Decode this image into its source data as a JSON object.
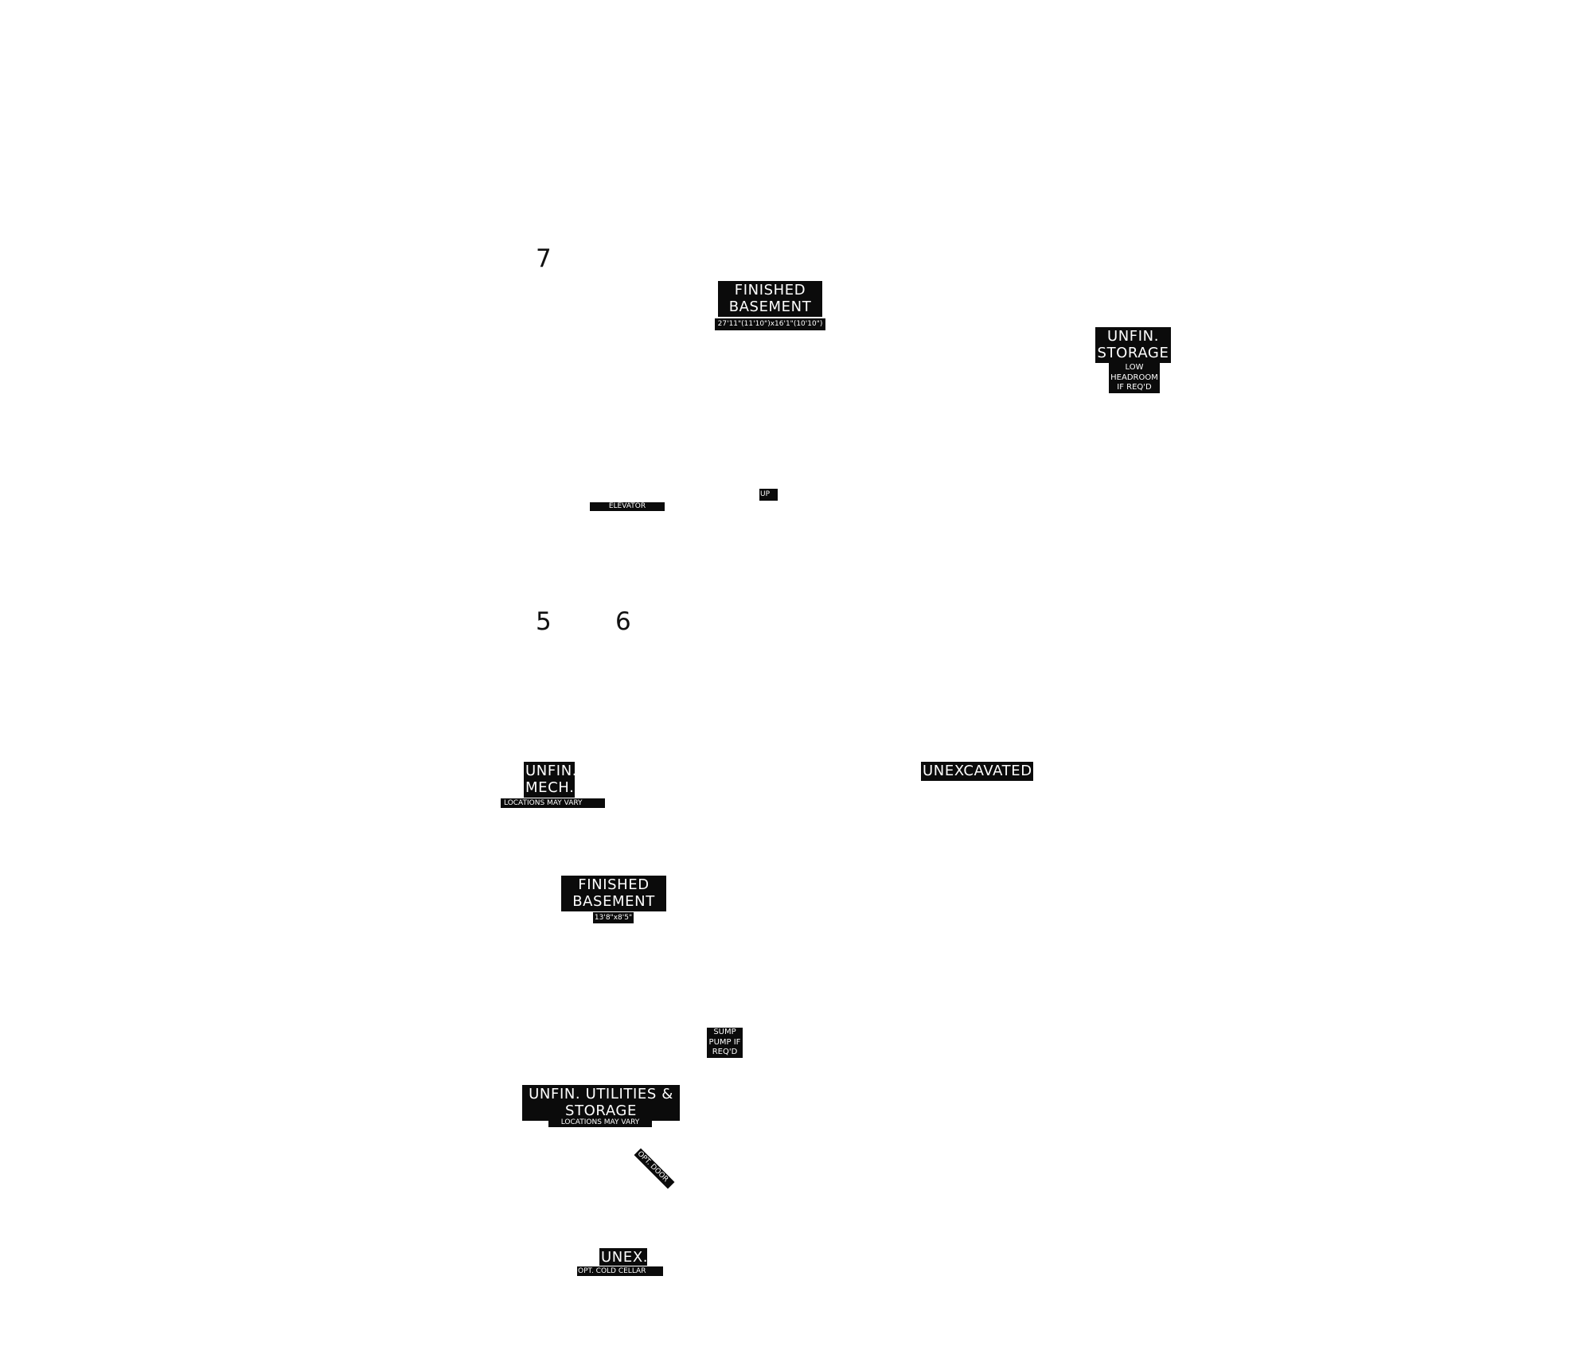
{
  "section_numbers": [
    "7",
    "5",
    "6"
  ],
  "labels": {
    "finished_basement_1": {
      "title": "FINISHED\nBASEMENT",
      "dims": "27'11\"(11'10\")x16'1\"(10'10\")"
    },
    "unfin_storage": {
      "title": "UNFIN.\nSTORAGE",
      "note": "LOW\nHEADROOM\nIF REQ'D"
    },
    "elevator": "ELEVATOR",
    "up": "UP",
    "unfin_mech": {
      "title": "UNFIN.\nMECH.",
      "note": "LOCATIONS MAY VARY"
    },
    "unexcavated": "UNEXCAVATED",
    "finished_basement_2": {
      "title": "FINISHED\nBASEMENT",
      "dims": "13'8\"x8'5\""
    },
    "sump_pump": "SUMP\nPUMP IF\nREQ'D",
    "unfin_utilities": {
      "title": "UNFIN. UTILITIES &\nSTORAGE",
      "note": "LOCATIONS MAY VARY"
    },
    "opt_door": "OPT. DOOR",
    "unex": {
      "title": "UNEX.",
      "note": "OPT. COLD CELLAR"
    }
  }
}
